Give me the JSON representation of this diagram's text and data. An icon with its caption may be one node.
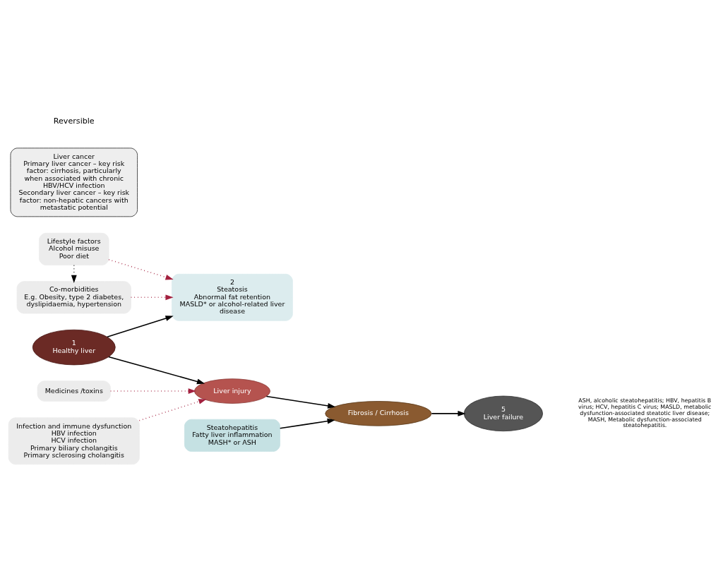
{
  "diagram": {
    "nodes": [
      {
        "text": [
          "Co-morbidities",
          "E.g. Obesity, type 2 diabetes, dyslipidaemia, hypertension"
        ]
      },
      {
        "text": [
          "Lifestyle factors",
          "Alcohol misuse",
          "Poor diet"
        ]
      },
      {
        "text": [
          "Liver cancer",
          "Primary liver cancer – key risk factor: cirrhosis, particularly when associated with chronic HBV/HCV infection",
          "Secondary liver cancer – key risk factor: non-hepatic cancers with metastatic potential"
        ]
      },
      {
        "text": [
          "2",
          "Steatosis",
          "Abnormal fat retention",
          "MASLD* or alcohol-related liver disease"
        ]
      },
      {
        "text": [
          "Steatohepatitis",
          "Fatty liver inflammation",
          "MASH* or ASH"
        ]
      },
      {
        "text": [
          "1",
          "Healthy liver"
        ]
      },
      {
        "text": [
          "Fibrosis / Cirrhosis"
        ]
      },
      {
        "text": [
          "Medicines /toxins"
        ]
      },
      {
        "text": [
          "Infection and immune dysfunction",
          "HBV infection",
          "HCV infection",
          "Primary biliary cholangitis",
          "Primary sclerosing cholangitis"
        ]
      },
      {
        "text": [
          "Liver injury"
        ]
      },
      {
        "text": [
          "5",
          "Liver failure"
        ]
      }
    ],
    "edges": [
      {
        "from": 1,
        "to": 0,
        "arrow": "to",
        "style": "dashed"
      },
      {
        "from": 0,
        "to": 3,
        "arrow": "to",
        "style": "dashed",
        "color": "#a3213f"
      },
      {
        "from": 1,
        "to": 3,
        "arrow": "to",
        "style": "dashed",
        "color": "#a3213f"
      },
      {
        "from": 5,
        "to": 3,
        "arrow": "to"
      },
      {
        "from": 5,
        "to": 9,
        "arrow": "to"
      },
      {
        "from": 4,
        "to": 6,
        "arrow": "to"
      },
      {
        "from": 9,
        "to": 6,
        "arrow": "to"
      },
      {
        "from": 6,
        "to": 10,
        "arrow": "to"
      },
      {
        "from": 7,
        "to": 9,
        "arrow": "to",
        "style": "dashed",
        "color": "#a3213f"
      },
      {
        "from": 8,
        "to": 9,
        "arrow": "to",
        "style": "dashed",
        "color": "#a3213f"
      }
    ],
    "labels": [
      "Reversible",
      "ASH, alcoholic steatohepatitis; HBV, hepatitis B virus; HCV, hepatitis C virus; MASLD, metabolic dysfunction-associated steatotic liver disease; MASH, Metabolic dysfunction-associated steatohepatitis."
    ]
  }
}
